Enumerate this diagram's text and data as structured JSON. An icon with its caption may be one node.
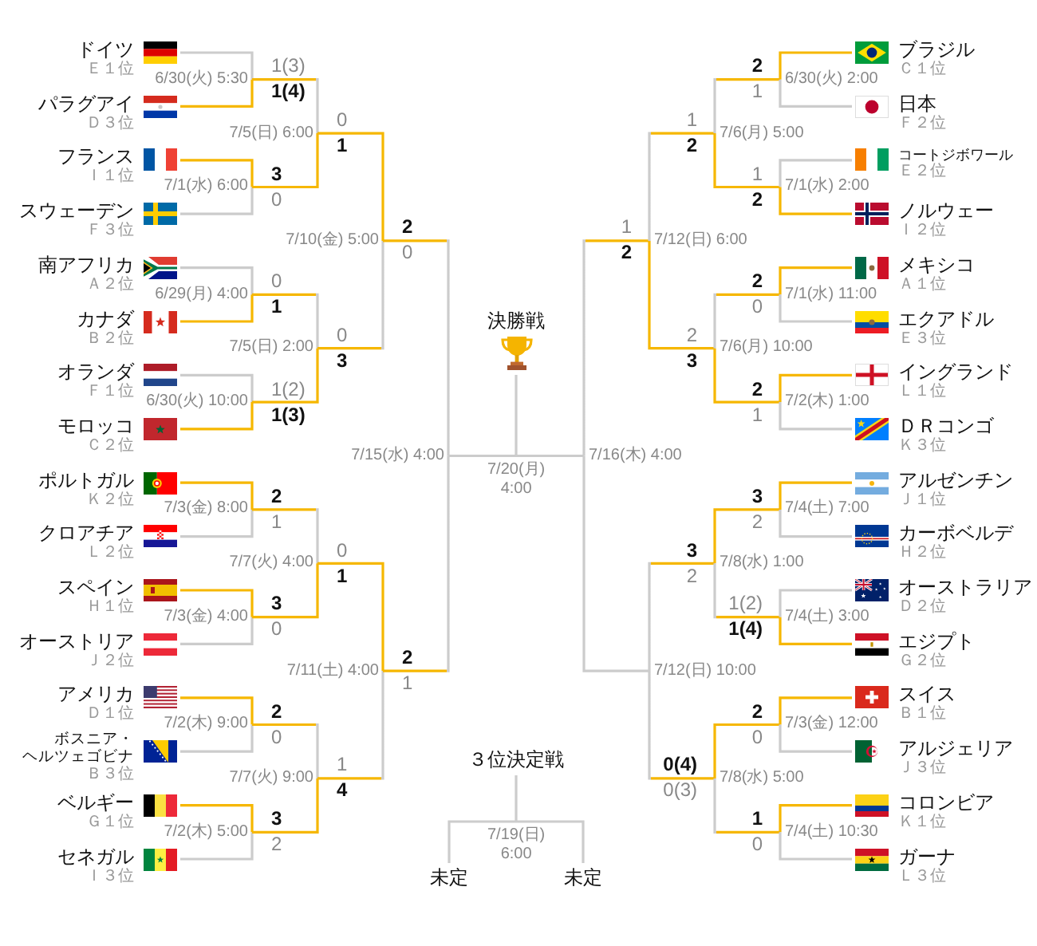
{
  "diagram": {
    "nodes": [
      {
        "text": [
          "ドイツ",
          "Ｅ１位"
        ]
      },
      {
        "text": [
          "パラグアイ",
          "Ｄ３位"
        ]
      },
      {
        "text": [
          "フランス",
          "Ｉ１位"
        ]
      },
      {
        "text": [
          "スウェーデン",
          "Ｆ３位"
        ]
      },
      {
        "text": [
          "南アフリカ",
          "Ａ２位"
        ]
      },
      {
        "text": [
          "カナダ",
          "Ｂ２位"
        ]
      },
      {
        "text": [
          "オランダ",
          "Ｆ１位"
        ]
      },
      {
        "text": [
          "モロッコ",
          "Ｃ２位"
        ]
      },
      {
        "text": [
          "ポルトガル",
          "Ｋ２位"
        ]
      },
      {
        "text": [
          "クロアチア",
          "Ｌ２位"
        ]
      },
      {
        "text": [
          "スペイン",
          "Ｈ１位"
        ]
      },
      {
        "text": [
          "オーストリア",
          "Ｊ２位"
        ]
      },
      {
        "text": [
          "アメリカ",
          "Ｄ１位"
        ]
      },
      {
        "text": [
          "ボスニア・ヘルツェゴビナ",
          "Ｂ３位"
        ]
      },
      {
        "text": [
          "ベルギー",
          "Ｇ１位"
        ]
      },
      {
        "text": [
          "セネガル",
          "Ｉ３位"
        ]
      },
      {
        "text": [
          "6/30(火) 5:30"
        ]
      },
      {
        "text": [
          "7/1(水) 6:00"
        ]
      },
      {
        "text": [
          "6/29(月) 4:00"
        ]
      },
      {
        "text": [
          "6/30(火) 10:00"
        ]
      },
      {
        "text": [
          "7/3(金) 8:00"
        ]
      },
      {
        "text": [
          "7/3(金) 4:00"
        ]
      },
      {
        "text": [
          "7/2(木) 9:00"
        ]
      },
      {
        "text": [
          "7/2(木) 5:00"
        ]
      },
      {
        "text": [
          "7/5(日) 6:00"
        ]
      },
      {
        "text": [
          "7/5(日) 2:00"
        ]
      },
      {
        "text": [
          "7/7(火) 4:00"
        ]
      },
      {
        "text": [
          "7/7(火) 9:00"
        ]
      },
      {
        "text": [
          "7/10(金) 5:00"
        ]
      },
      {
        "text": [
          "7/11(土) 4:00"
        ]
      },
      {
        "text": [
          "7/15(水) 4:00"
        ]
      },
      {
        "text": [
          "決勝戦"
        ]
      },
      {
        "text": [
          "7/20(月) 4:00"
        ]
      },
      {
        "text": [
          "7/16(木) 4:00"
        ]
      },
      {
        "text": [
          "7/12(日) 6:00"
        ]
      },
      {
        "text": [
          "7/12(日) 10:00"
        ]
      },
      {
        "text": [
          "7/6(月) 5:00"
        ]
      },
      {
        "text": [
          "7/6(月) 10:00"
        ]
      },
      {
        "text": [
          "7/8(水) 1:00"
        ]
      },
      {
        "text": [
          "7/8(水) 5:00"
        ]
      },
      {
        "text": [
          "6/30(火) 2:00"
        ]
      },
      {
        "text": [
          "7/1(水) 2:00"
        ]
      },
      {
        "text": [
          "7/1(水) 11:00"
        ]
      },
      {
        "text": [
          "7/2(木) 1:00"
        ]
      },
      {
        "text": [
          "7/4(土) 7:00"
        ]
      },
      {
        "text": [
          "7/4(土) 3:00"
        ]
      },
      {
        "text": [
          "7/3(金) 12:00"
        ]
      },
      {
        "text": [
          "7/4(土) 10:30"
        ]
      },
      {
        "text": [
          "ブラジル",
          "Ｃ１位"
        ]
      },
      {
        "text": [
          "日本",
          "Ｆ２位"
        ]
      },
      {
        "text": [
          "コートジボワール",
          "Ｅ２位"
        ]
      },
      {
        "text": [
          "ノルウェー",
          "Ｉ２位"
        ]
      },
      {
        "text": [
          "メキシコ",
          "Ａ１位"
        ]
      },
      {
        "text": [
          "エクアドル",
          "Ｅ３位"
        ]
      },
      {
        "text": [
          "イングランド",
          "Ｌ１位"
        ]
      },
      {
        "text": [
          "ＤＲコンゴ",
          "Ｋ３位"
        ]
      },
      {
        "text": [
          "アルゼンチン",
          "Ｊ１位"
        ]
      },
      {
        "text": [
          "カーボベルデ",
          "Ｈ２位"
        ]
      },
      {
        "text": [
          "オーストラリア",
          "Ｄ２位"
        ]
      },
      {
        "text": [
          "エジプト",
          "Ｇ２位"
        ]
      },
      {
        "text": [
          "スイス",
          "Ｂ１位"
        ]
      },
      {
        "text": [
          "アルジェリア",
          "Ｊ３位"
        ]
      },
      {
        "text": [
          "コロンビア",
          "Ｋ１位"
        ]
      },
      {
        "text": [
          "ガーナ",
          "Ｌ３位"
        ]
      },
      {
        "text": [
          "３位決定戦"
        ]
      },
      {
        "text": [
          "7/19(日) 6:00"
        ]
      },
      {
        "text": [
          "未定"
        ]
      },
      {
        "text": [
          "未定"
        ]
      }
    ],
    "edges": [
      {
        "from": 0,
        "to": 16,
        "arrow": "none",
        "label": "1(3)",
        "color": "#cccccc"
      },
      {
        "from": 1,
        "to": 16,
        "arrow": "none",
        "label": "1(4)",
        "color": "#f6b700"
      },
      {
        "from": 2,
        "to": 17,
        "arrow": "none",
        "label": "3",
        "color": "#f6b700"
      },
      {
        "from": 3,
        "to": 17,
        "arrow": "none",
        "label": "0",
        "color": "#cccccc"
      },
      {
        "from": 4,
        "to": 18,
        "arrow": "none",
        "label": "0",
        "color": "#cccccc"
      },
      {
        "from": 5,
        "to": 18,
        "arrow": "none",
        "label": "1",
        "color": "#f6b700"
      },
      {
        "from": 6,
        "to": 19,
        "arrow": "none",
        "label": "1(2)",
        "color": "#cccccc"
      },
      {
        "from": 7,
        "to": 19,
        "arrow": "none",
        "label": "1(3)",
        "color": "#f6b700"
      },
      {
        "from": 8,
        "to": 20,
        "arrow": "none",
        "label": "2",
        "color": "#f6b700"
      },
      {
        "from": 9,
        "to": 20,
        "arrow": "none",
        "label": "1",
        "color": "#cccccc"
      },
      {
        "from": 10,
        "to": 21,
        "arrow": "none",
        "label": "3",
        "color": "#f6b700"
      },
      {
        "from": 11,
        "to": 21,
        "arrow": "none",
        "label": "0",
        "color": "#cccccc"
      },
      {
        "from": 12,
        "to": 22,
        "arrow": "none",
        "label": "2",
        "color": "#f6b700"
      },
      {
        "from": 13,
        "to": 22,
        "arrow": "none",
        "label": "0",
        "color": "#cccccc"
      },
      {
        "from": 14,
        "to": 23,
        "arrow": "none",
        "label": "3",
        "color": "#f6b700"
      },
      {
        "from": 15,
        "to": 23,
        "arrow": "none",
        "label": "2",
        "color": "#cccccc"
      },
      {
        "from": 16,
        "to": 24,
        "arrow": "none",
        "label": "0",
        "color": "#cccccc"
      },
      {
        "from": 17,
        "to": 24,
        "arrow": "none",
        "label": "1",
        "color": "#f6b700"
      },
      {
        "from": 18,
        "to": 25,
        "arrow": "none",
        "label": "0",
        "color": "#cccccc"
      },
      {
        "from": 19,
        "to": 25,
        "arrow": "none",
        "label": "3",
        "color": "#f6b700"
      },
      {
        "from": 20,
        "to": 26,
        "arrow": "none",
        "label": "0",
        "color": "#cccccc"
      },
      {
        "from": 21,
        "to": 26,
        "arrow": "none",
        "label": "1",
        "color": "#f6b700"
      },
      {
        "from": 22,
        "to": 27,
        "arrow": "none",
        "label": "1",
        "color": "#cccccc"
      },
      {
        "from": 23,
        "to": 27,
        "arrow": "none",
        "label": "4",
        "color": "#f6b700"
      },
      {
        "from": 24,
        "to": 28,
        "arrow": "none",
        "label": "2",
        "color": "#f6b700"
      },
      {
        "from": 25,
        "to": 28,
        "arrow": "none",
        "label": "0",
        "color": "#cccccc"
      },
      {
        "from": 26,
        "to": 29,
        "arrow": "none",
        "label": "2",
        "color": "#f6b700"
      },
      {
        "from": 27,
        "to": 29,
        "arrow": "none",
        "label": "1",
        "color": "#cccccc"
      },
      {
        "from": 28,
        "to": 30,
        "arrow": "none",
        "color": "#cccccc"
      },
      {
        "from": 29,
        "to": 30,
        "arrow": "none",
        "color": "#cccccc"
      },
      {
        "from": 30,
        "to": 32,
        "arrow": "none",
        "color": "#cccccc"
      },
      {
        "from": 33,
        "to": 32,
        "arrow": "none",
        "color": "#cccccc"
      },
      {
        "from": 32,
        "to": 31,
        "arrow": "none",
        "color": "#cccccc"
      },
      {
        "from": 34,
        "to": 33,
        "arrow": "none",
        "color": "#cccccc"
      },
      {
        "from": 35,
        "to": 33,
        "arrow": "none",
        "color": "#cccccc"
      },
      {
        "from": 36,
        "to": 34,
        "arrow": "none",
        "label": "1",
        "color": "#cccccc"
      },
      {
        "from": 37,
        "to": 34,
        "arrow": "none",
        "label": "2",
        "color": "#f6b700"
      },
      {
        "from": 38,
        "to": 35,
        "arrow": "none",
        "color": "#cccccc"
      },
      {
        "from": 39,
        "to": 35,
        "arrow": "none",
        "color": "#cccccc"
      },
      {
        "from": 40,
        "to": 36,
        "arrow": "none",
        "label": "1",
        "color": "#cccccc"
      },
      {
        "from": 41,
        "to": 36,
        "arrow": "none",
        "label": "2",
        "color": "#f6b700"
      },
      {
        "from": 42,
        "to": 37,
        "arrow": "none",
        "label": "2",
        "color": "#cccccc"
      },
      {
        "from": 43,
        "to": 37,
        "arrow": "none",
        "label": "3",
        "color": "#f6b700"
      },
      {
        "from": 44,
        "to": 38,
        "arrow": "none",
        "label": "3",
        "color": "#f6b700"
      },
      {
        "from": 45,
        "to": 38,
        "arrow": "none",
        "label": "2",
        "color": "#cccccc"
      },
      {
        "from": 46,
        "to": 39,
        "arrow": "none",
        "label": "0(4)",
        "color": "#f6b700"
      },
      {
        "from": 47,
        "to": 39,
        "arrow": "none",
        "label": "0(3)",
        "color": "#cccccc"
      },
      {
        "from": 48,
        "to": 40,
        "arrow": "none",
        "label": "2",
        "color": "#f6b700"
      },
      {
        "from": 49,
        "to": 40,
        "arrow": "none",
        "label": "1",
        "color": "#cccccc"
      },
      {
        "from": 50,
        "to": 41,
        "arrow": "none",
        "label": "1",
        "color": "#cccccc"
      },
      {
        "from": 51,
        "to": 41,
        "arrow": "none",
        "label": "2",
        "color": "#f6b700"
      },
      {
        "from": 52,
        "to": 42,
        "arrow": "none",
        "label": "2",
        "color": "#f6b700"
      },
      {
        "from": 53,
        "to": 42,
        "arrow": "none",
        "label": "0",
        "color": "#cccccc"
      },
      {
        "from": 54,
        "to": 43,
        "arrow": "none",
        "label": "2",
        "color": "#f6b700"
      },
      {
        "from": 55,
        "to": 43,
        "arrow": "none",
        "label": "1",
        "color": "#cccccc"
      },
      {
        "from": 56,
        "to": 44,
        "arrow": "none",
        "label": "3",
        "color": "#f6b700"
      },
      {
        "from": 57,
        "to": 44,
        "arrow": "none",
        "label": "2",
        "color": "#cccccc"
      },
      {
        "from": 58,
        "to": 45,
        "arrow": "none",
        "label": "1(2)",
        "color": "#cccccc"
      },
      {
        "from": 59,
        "to": 45,
        "arrow": "none",
        "label": "1(4)",
        "color": "#f6b700"
      },
      {
        "from": 60,
        "to": 46,
        "arrow": "none",
        "label": "2",
        "color": "#f6b700"
      },
      {
        "from": 61,
        "to": 46,
        "arrow": "none",
        "label": "0",
        "color": "#cccccc"
      },
      {
        "from": 62,
        "to": 47,
        "arrow": "none",
        "label": "1",
        "color": "#f6b700"
      },
      {
        "from": 63,
        "to": 47,
        "arrow": "none",
        "label": "0",
        "color": "#cccccc"
      },
      {
        "from": 66,
        "to": 65,
        "arrow": "none",
        "color": "#cccccc"
      },
      {
        "from": 67,
        "to": 65,
        "arrow": "none",
        "color": "#cccccc"
      },
      {
        "from": 65,
        "to": 64,
        "arrow": "none",
        "color": "#cccccc"
      }
    ]
  }
}
